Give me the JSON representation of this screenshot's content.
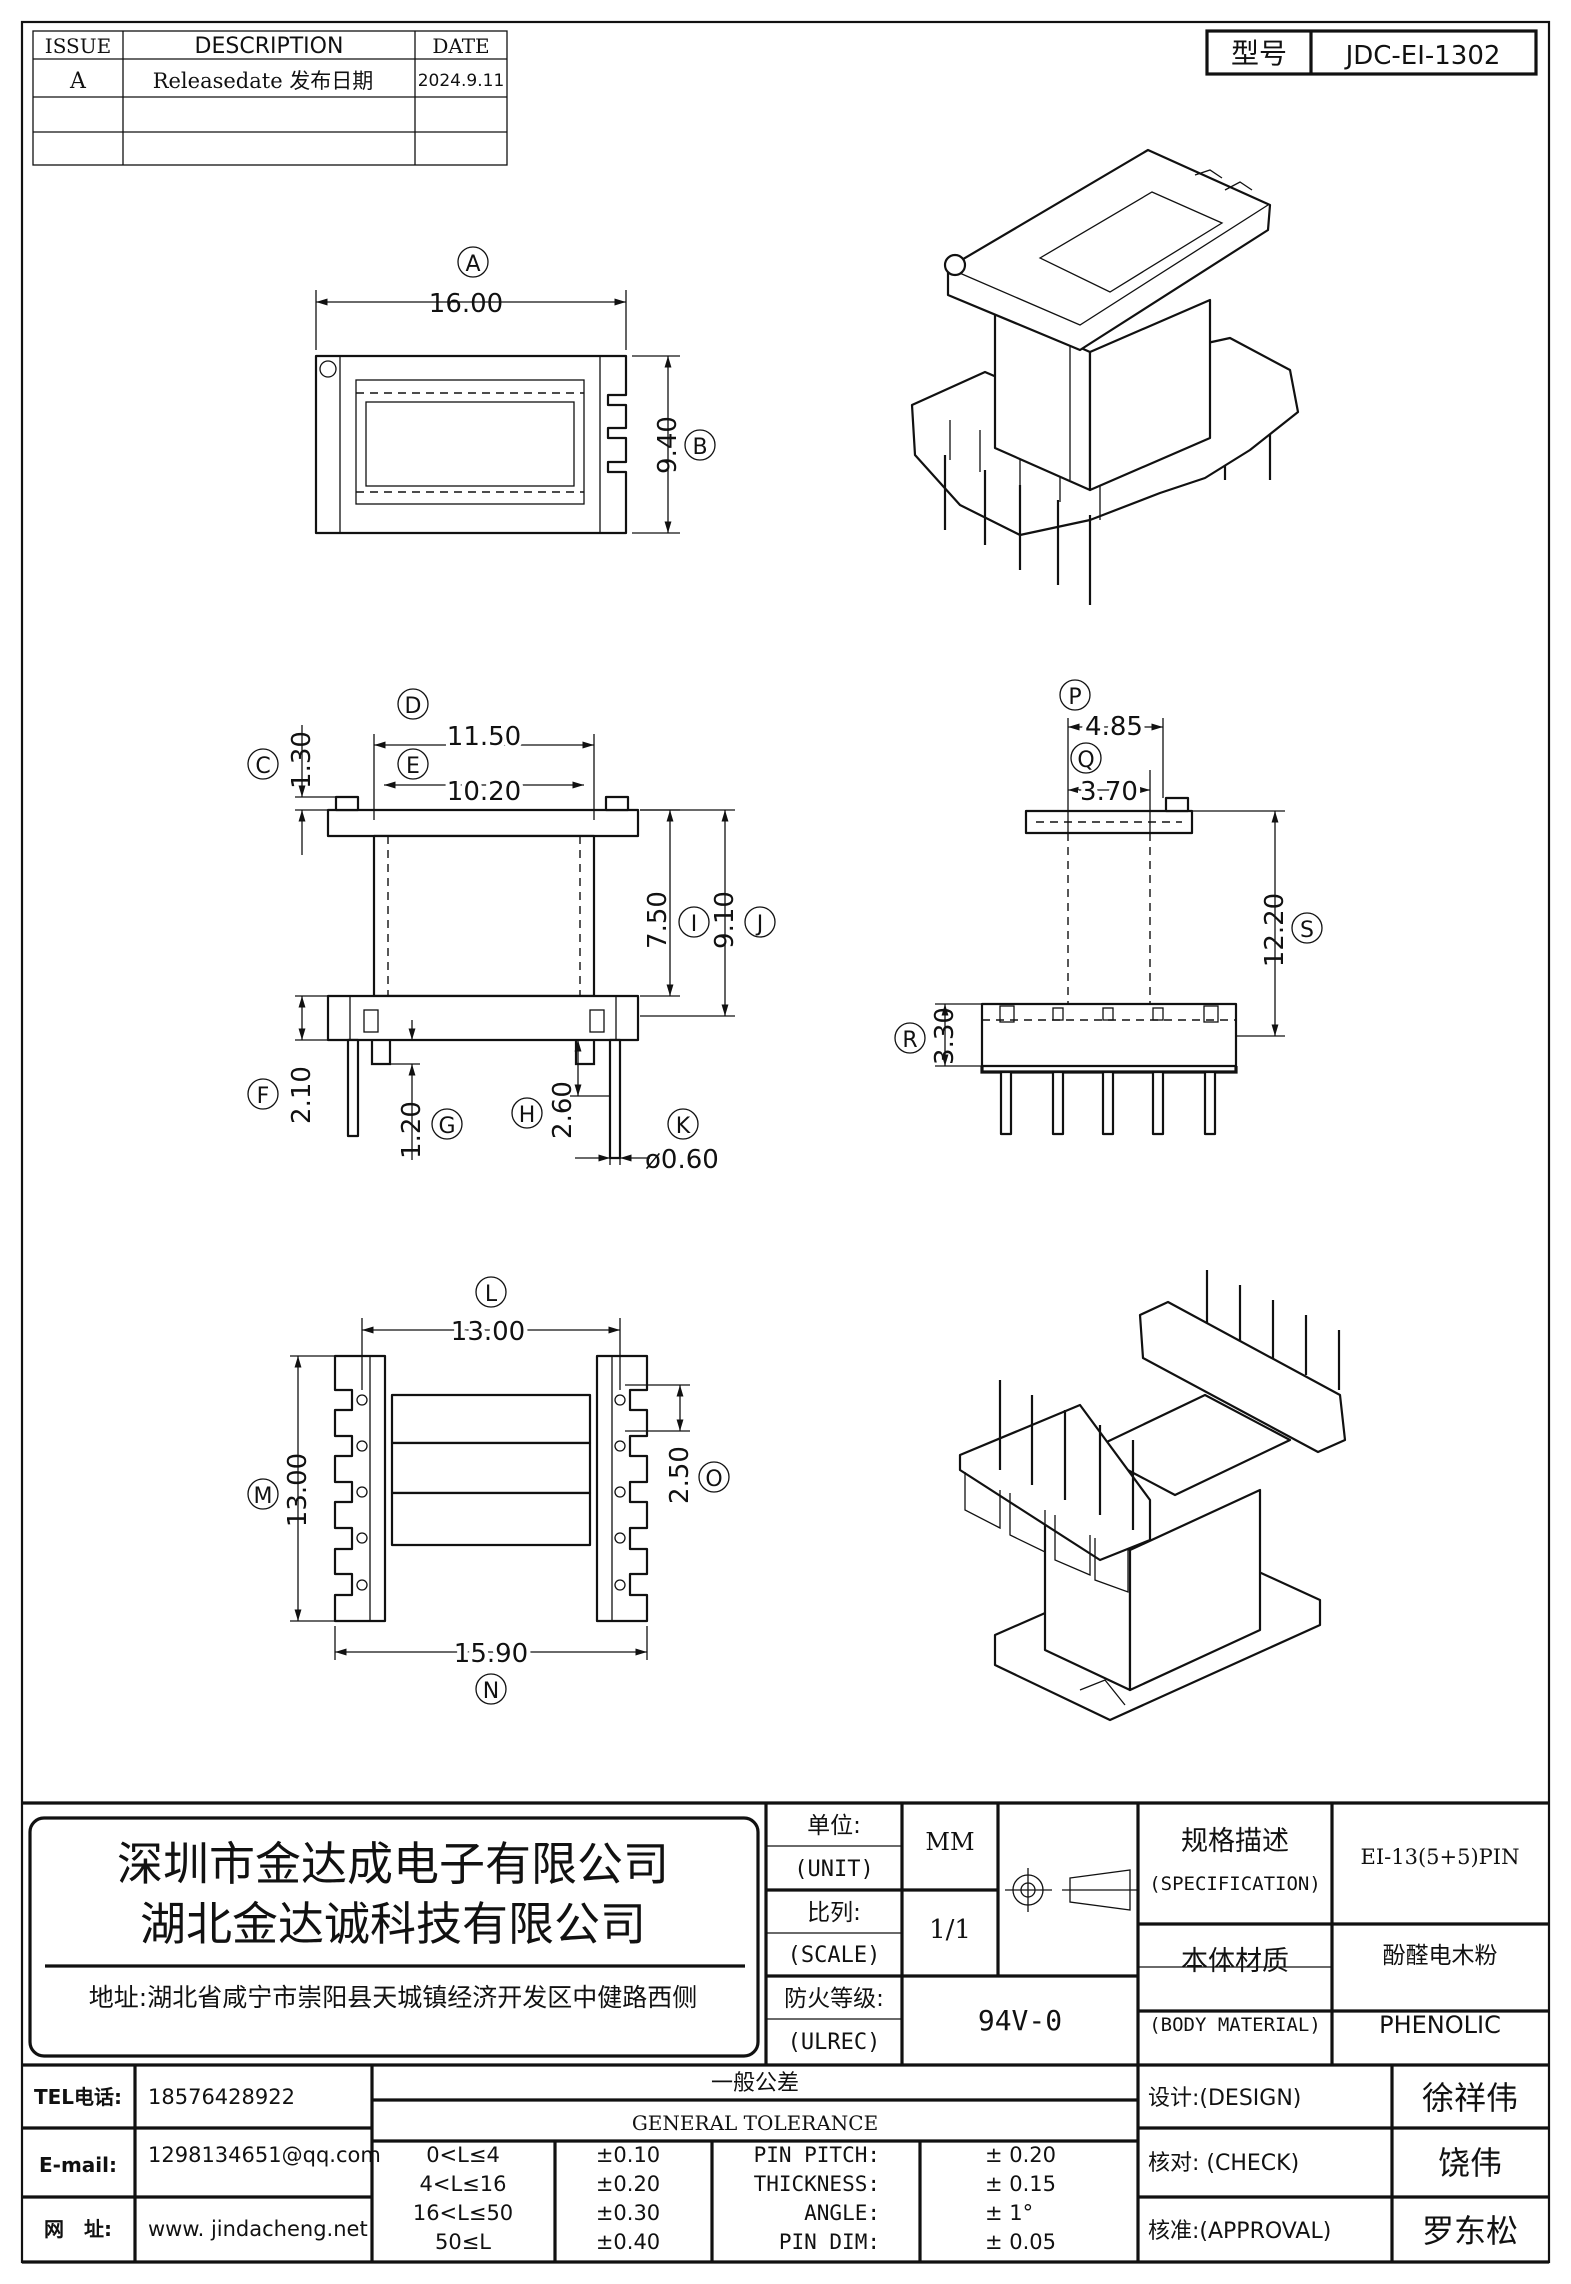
{
  "revision_table": {
    "headers": [
      "ISSUE",
      "DESCRIPTION",
      "DATE"
    ],
    "rows": [
      {
        "issue": "A",
        "description": "Releasedate 发布日期",
        "date": "2024.9.11"
      },
      {
        "issue": "",
        "description": "",
        "date": ""
      },
      {
        "issue": "",
        "description": "",
        "date": ""
      }
    ]
  },
  "model": {
    "label": "型号",
    "value": "JDC-EI-1302"
  },
  "dimensions": {
    "A": {
      "letter": "A",
      "value": "16.00"
    },
    "B": {
      "letter": "B",
      "value": "9.40"
    },
    "C": {
      "letter": "C",
      "value": "1.30"
    },
    "D": {
      "letter": "D",
      "value": "11.50"
    },
    "E": {
      "letter": "E",
      "value": "10.20"
    },
    "F": {
      "letter": "F",
      "value": "2.10"
    },
    "G": {
      "letter": "G",
      "value": "1.20"
    },
    "H": {
      "letter": "H",
      "value": "2.60"
    },
    "I": {
      "letter": "I",
      "value": "7.50"
    },
    "J": {
      "letter": "J",
      "value": "9.10"
    },
    "K": {
      "letter": "K",
      "value": "ø0.60"
    },
    "L": {
      "letter": "L",
      "value": "13.00"
    },
    "M": {
      "letter": "M",
      "value": "13.00"
    },
    "N": {
      "letter": "N",
      "value": "15.90"
    },
    "O": {
      "letter": "O",
      "value": "2.50"
    },
    "P": {
      "letter": "P",
      "value": "4.85"
    },
    "Q": {
      "letter": "Q",
      "value": "3.70"
    },
    "R": {
      "letter": "R",
      "value": "3.30"
    },
    "S": {
      "letter": "S",
      "value": "12.20"
    }
  },
  "company": {
    "name_1": "深圳市金达成电子有限公司",
    "name_2": "湖北金达诚科技有限公司",
    "address": "地址:湖北省咸宁市崇阳县天城镇经济开发区中健路西侧"
  },
  "contact": {
    "tel_label": "TEL电话:",
    "tel": "18576428922",
    "email_label": "E-mail:",
    "email": "1298134651@qq.com",
    "web_label": "网　址:",
    "web": "www. jindacheng.net"
  },
  "specs": {
    "unit_cn": "单位:",
    "unit_en": "(UNIT)",
    "unit_value": "MM",
    "scale_cn": "比列:",
    "scale_en": "(SCALE)",
    "scale_value": "1/1",
    "fire_cn": "防火等级:",
    "fire_en": "(ULREC)",
    "fire_value": "94V-0",
    "spec_cn": "规格描述",
    "spec_en": "(SPECIFICATION)",
    "spec_value": "EI-13(5+5)PIN",
    "material_cn": "本体材质",
    "material_en": "(BODY MATERIAL)",
    "material_value_cn": "酚醛电木粉",
    "material_value_en": "PHENOLIC"
  },
  "tolerance": {
    "title_cn": "一般公差",
    "title_en": "GENERAL TOLERANCE",
    "rows": [
      {
        "range": "0<L≤4",
        "tol": "±0.10",
        "name": "PIN PITCH:",
        "value": "±  0.20"
      },
      {
        "range": "4<L≤16",
        "tol": "±0.20",
        "name": "THICKNESS:",
        "value": "±  0.15"
      },
      {
        "range": "16<L≤50",
        "tol": "±0.30",
        "name": "ANGLE:",
        "value": "±  1°"
      },
      {
        "range": "50≤L",
        "tol": "±0.40",
        "name": "PIN DIM:",
        "value": "±  0.05"
      }
    ]
  },
  "approvals": {
    "design_label": "设计:(DESIGN)",
    "design_name": "徐祥伟",
    "check_label": "核对: (CHECK)",
    "check_name": "饶伟",
    "approval_label": "核准:(APPROVAL)",
    "approval_name": "罗东松"
  }
}
